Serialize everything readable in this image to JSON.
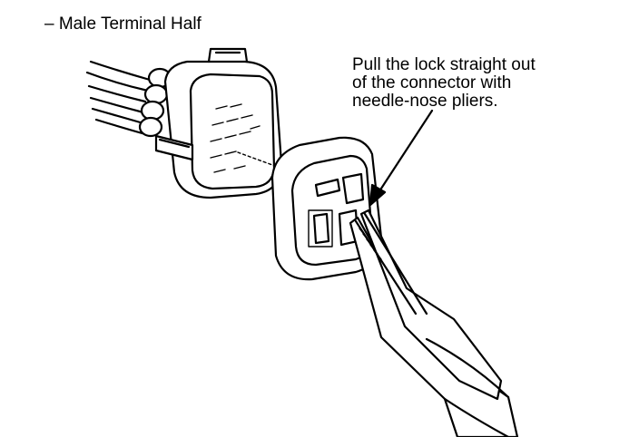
{
  "heading": "– Male Terminal Half",
  "callout": {
    "lines": [
      "Pull the lock straight out",
      "of the connector with",
      "needle-nose pliers."
    ]
  }
}
